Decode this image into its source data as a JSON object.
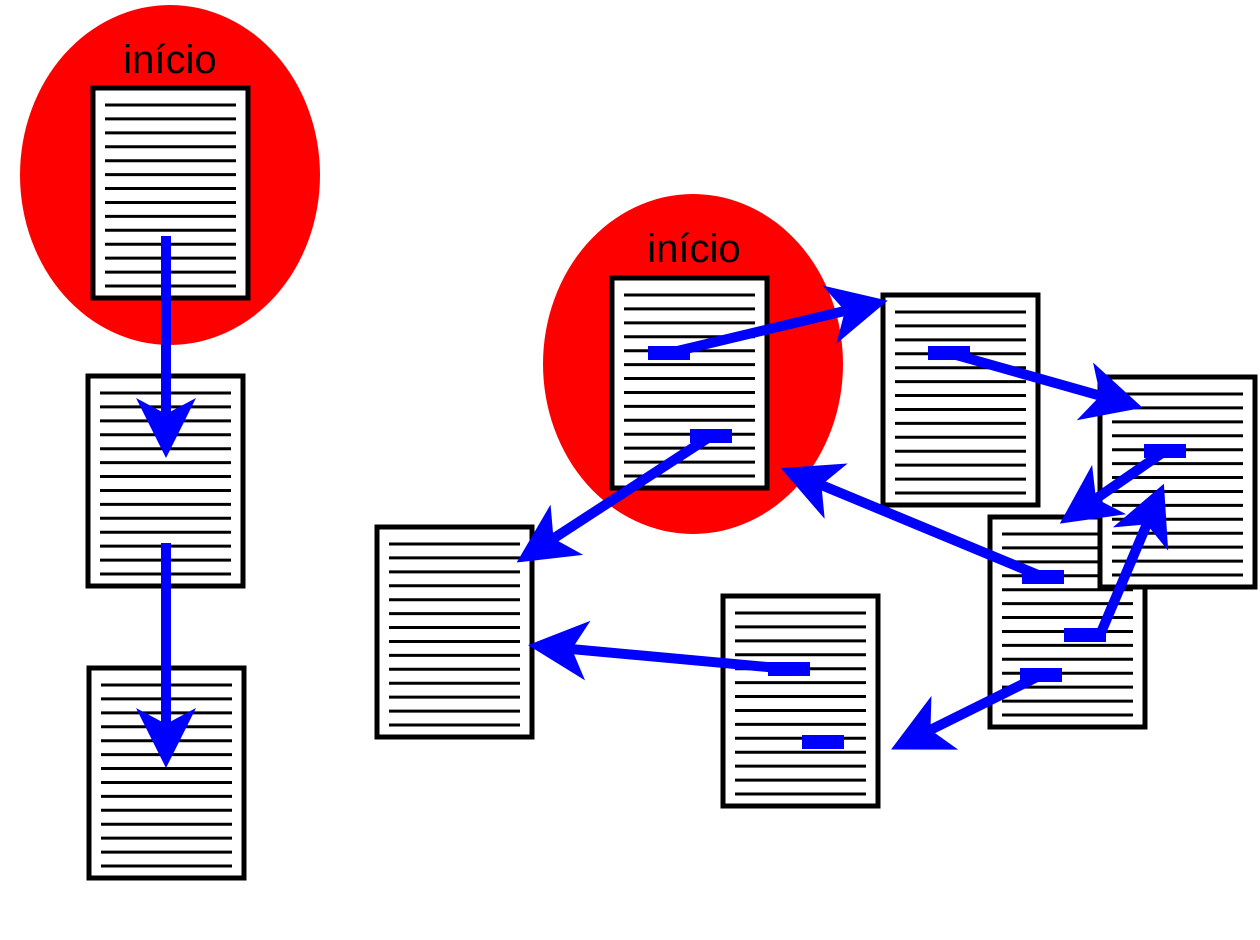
{
  "colors": {
    "highlight": "#ff0000",
    "arrow": "#0000ff",
    "page_stroke": "#000000",
    "page_fill": "#ffffff"
  },
  "linear_diagram": {
    "start_label": "início",
    "page_count": 3
  },
  "hypertext_diagram": {
    "start_label": "início",
    "page_count": 6
  }
}
